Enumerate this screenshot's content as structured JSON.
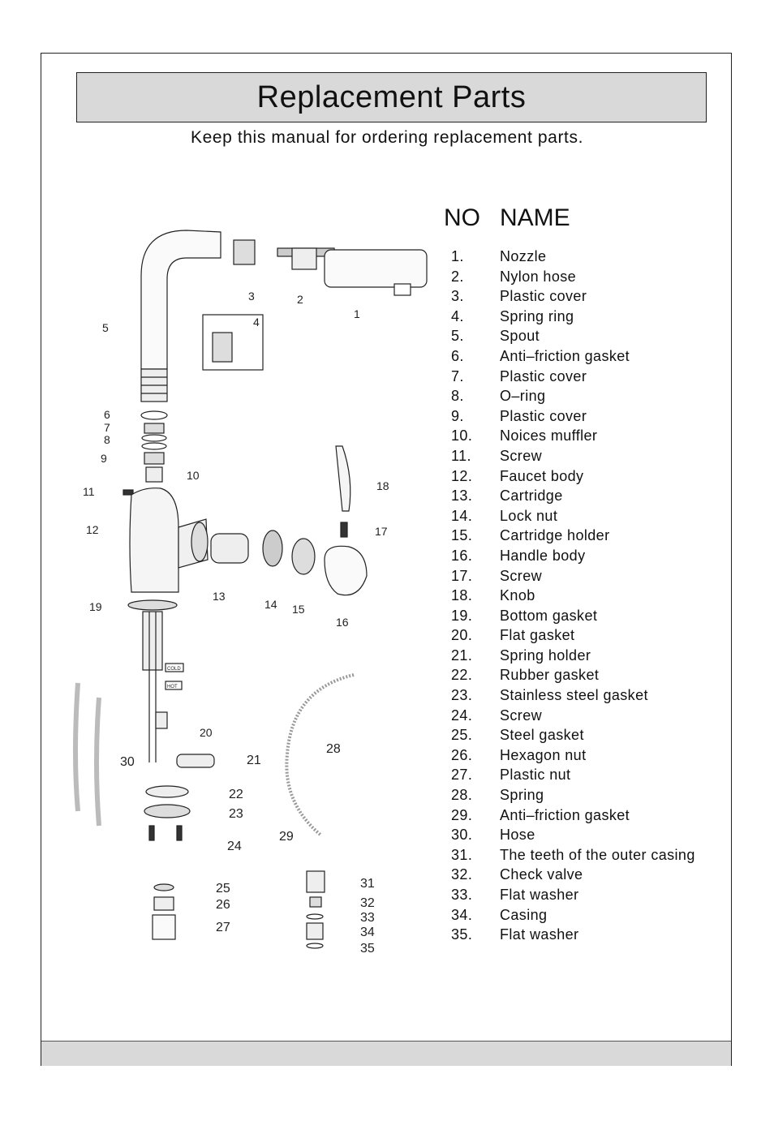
{
  "title": "Replacement Parts",
  "subtitle": "Keep this manual for ordering replacement parts.",
  "table": {
    "col_no": "NO",
    "col_name": "NAME",
    "parts": [
      {
        "no": "1.",
        "name": "Nozzle"
      },
      {
        "no": "2.",
        "name": "Nylon hose"
      },
      {
        "no": "3.",
        "name": "Plastic cover"
      },
      {
        "no": "4.",
        "name": "Spring ring"
      },
      {
        "no": "5.",
        "name": "Spout"
      },
      {
        "no": "6.",
        "name": "Anti–friction gasket"
      },
      {
        "no": "7.",
        "name": "Plastic cover"
      },
      {
        "no": "8.",
        "name": "O–ring"
      },
      {
        "no": "9.",
        "name": "Plastic cover"
      },
      {
        "no": "10.",
        "name": "Noices muffler"
      },
      {
        "no": "11.",
        "name": "Screw"
      },
      {
        "no": "12.",
        "name": "Faucet body"
      },
      {
        "no": "13.",
        "name": "Cartridge"
      },
      {
        "no": "14.",
        "name": "Lock nut"
      },
      {
        "no": "15.",
        "name": "Cartridge holder"
      },
      {
        "no": "16.",
        "name": "Handle body"
      },
      {
        "no": "17.",
        "name": "Screw"
      },
      {
        "no": "18.",
        "name": "Knob"
      },
      {
        "no": "19.",
        "name": "Bottom gasket"
      },
      {
        "no": "20.",
        "name": "Flat gasket"
      },
      {
        "no": "21.",
        "name": "Spring holder"
      },
      {
        "no": "22.",
        "name": "Rubber gasket"
      },
      {
        "no": "23.",
        "name": "Stainless steel gasket"
      },
      {
        "no": "24.",
        "name": "Screw"
      },
      {
        "no": "25.",
        "name": "Steel gasket"
      },
      {
        "no": "26.",
        "name": "Hexagon nut"
      },
      {
        "no": "27.",
        "name": "Plastic nut"
      },
      {
        "no": "28.",
        "name": "Spring"
      },
      {
        "no": "29.",
        "name": "Anti–friction gasket"
      },
      {
        "no": "30.",
        "name": "Hose"
      },
      {
        "no": "31.",
        "name": "The teeth of the outer casing"
      },
      {
        "no": "32.",
        "name": "Check valve"
      },
      {
        "no": "33.",
        "name": "Flat washer"
      },
      {
        "no": "34.",
        "name": "Casing"
      },
      {
        "no": "35.",
        "name": "Flat washer"
      }
    ]
  },
  "diagram": {
    "callouts": [
      "1",
      "2",
      "3",
      "4",
      "5",
      "6",
      "7",
      "8",
      "9",
      "10",
      "11",
      "12",
      "13",
      "14",
      "15",
      "16",
      "17",
      "18",
      "19",
      "20",
      "21",
      "22",
      "23",
      "24",
      "25",
      "26",
      "27",
      "28",
      "29",
      "30",
      "31",
      "32",
      "33",
      "34",
      "35"
    ],
    "tag_cold": "COLD",
    "tag_hot": "HOT"
  },
  "colors": {
    "band": "#d9d9d9",
    "border": "#222222"
  }
}
